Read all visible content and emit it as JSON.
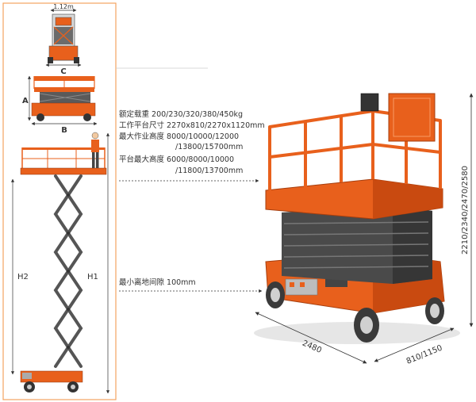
{
  "drawing": {
    "top_width_label": "1.12m",
    "label_a": "A",
    "label_b": "B",
    "label_c": "C",
    "label_h1": "H1",
    "label_h2": "H2"
  },
  "specs": {
    "rated_load": "额定载重 200/230/320/380/450kg",
    "platform_size": "工作平台尺寸 2270x810/2270x1120mm",
    "max_working_height_1": "最大作业高度 8000/10000/12000",
    "max_working_height_2": "/13800/15700mm",
    "max_platform_height_1": "平台最大高度 6000/8000/10000",
    "max_platform_height_2": "/11800/13700mm",
    "min_ground_clearance": "最小离地间隙 100mm"
  },
  "photo_dims": {
    "height": "2210/2340/2470/2580",
    "length": "2480",
    "width": "810/1150"
  },
  "colors": {
    "frame": "#f4a460",
    "orange": "#e8601c",
    "dark_orange": "#c94a10",
    "scissor": "#5a5a5a",
    "dim_line": "#333333"
  }
}
